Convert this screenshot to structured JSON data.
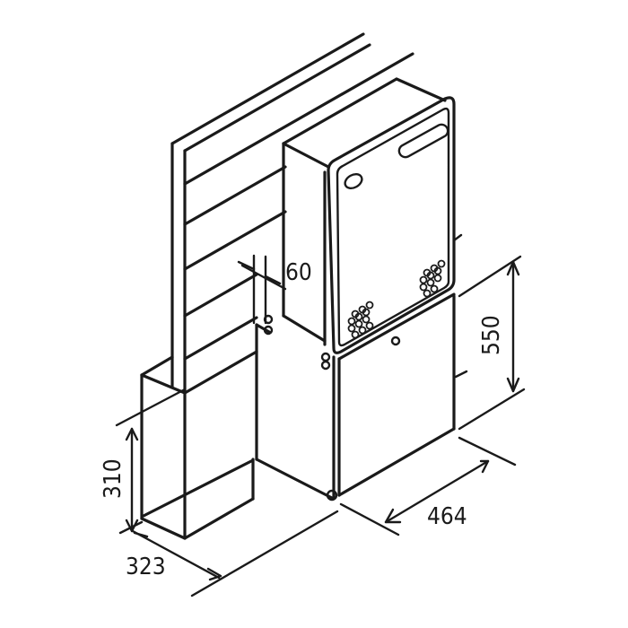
{
  "figure": {
    "description_free": true,
    "dimensions": {
      "wall_clearance": "60",
      "cabinet_height": "550",
      "base_height": "310",
      "base_depth": "323",
      "cabinet_width": "464"
    }
  }
}
